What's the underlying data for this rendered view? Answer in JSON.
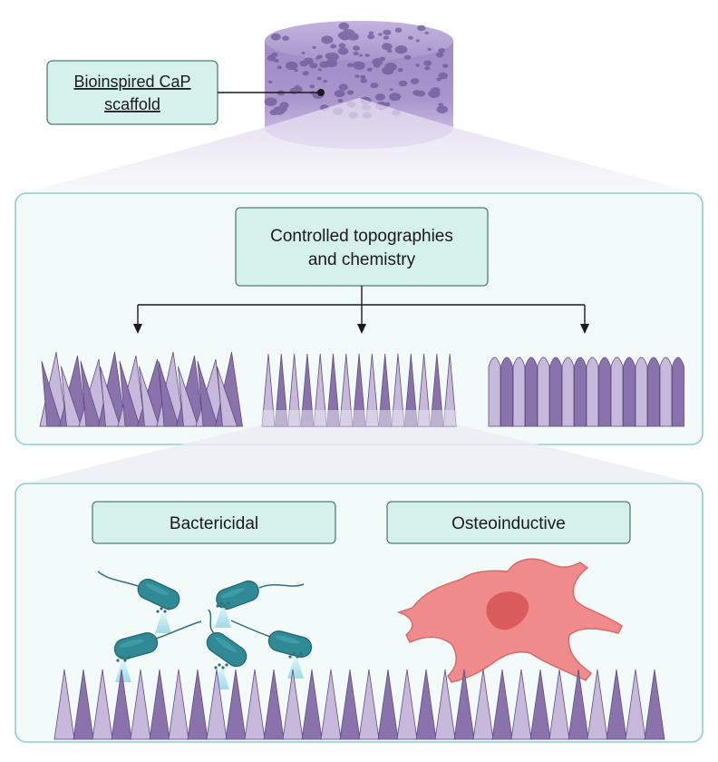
{
  "scaffold": {
    "label_line1": "Bioinspired CaP",
    "label_line2": "scaffold"
  },
  "topography_box": {
    "line1": "Controlled topographies",
    "line2": "and chemistry"
  },
  "effects": {
    "left_label": "Bactericidal",
    "right_label": "Osteoinductive"
  },
  "colors": {
    "panel_fill": "#f3fbfa",
    "panel_border": "#8fcfc6",
    "label_fill": "#d6f0ec",
    "label_border": "#4f7e78",
    "spike_dark": "#8a73ad",
    "spike_light": "#c7b9dc",
    "bacteria": "#2f8a96",
    "cell": "#f08b8b",
    "nucleus": "#d95b5b",
    "scaffold": "#a996cc"
  }
}
